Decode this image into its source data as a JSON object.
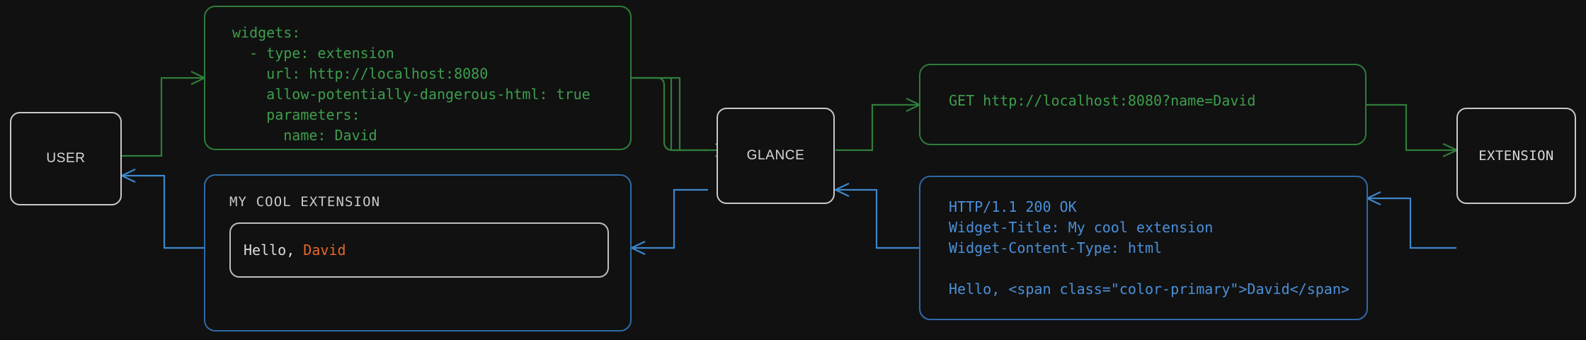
{
  "diagram": {
    "title": "Glance extension widget request flow",
    "background_color": "#111111",
    "colors": {
      "node_border": "#c9c9c9",
      "request_green": "#2f7d3a",
      "request_green_text": "#3d9e4d",
      "response_blue": "#2f6ba6",
      "response_blue_text": "#4a90d9",
      "accent_orange": "#e8662a",
      "node_text": "#d8d8d8"
    }
  },
  "nodes": {
    "user": {
      "label": "USER"
    },
    "glance": {
      "label": "GLANCE"
    },
    "extension": {
      "label": "EXTENSION"
    }
  },
  "panels": {
    "yaml_config": {
      "name": "glance-widget-yaml-config",
      "color": "green",
      "text": "widgets:\n  - type: extension\n    url: http://localhost:8080\n    allow-potentially-dangerous-html: true\n    parameters:\n      name: David"
    },
    "http_request": {
      "name": "http-get-request",
      "color": "green",
      "text": "GET http://localhost:8080?name=David"
    },
    "http_response": {
      "name": "http-response",
      "color": "blue",
      "text": "HTTP/1.1 200 OK\nWidget-Title: My cool extension\nWidget-Content-Type: html\n\nHello, <span class=\"color-primary\">David</span>"
    },
    "rendered_widget": {
      "name": "rendered-widget",
      "color": "blue",
      "widget_title": "MY COOL EXTENSION",
      "greeting_prefix": "Hello, ",
      "greeting_name": "David"
    }
  },
  "connectors": [
    {
      "name": "user-to-config",
      "color": "green",
      "direction": "right"
    },
    {
      "name": "config-to-glance",
      "color": "green",
      "direction": "right"
    },
    {
      "name": "glance-to-request",
      "color": "green",
      "direction": "right"
    },
    {
      "name": "request-to-extension",
      "color": "green",
      "direction": "right"
    },
    {
      "name": "extension-to-response",
      "color": "blue",
      "direction": "left"
    },
    {
      "name": "response-to-glance",
      "color": "blue",
      "direction": "left"
    },
    {
      "name": "glance-to-widget",
      "color": "blue",
      "direction": "left"
    },
    {
      "name": "widget-to-user",
      "color": "blue",
      "direction": "left"
    }
  ]
}
